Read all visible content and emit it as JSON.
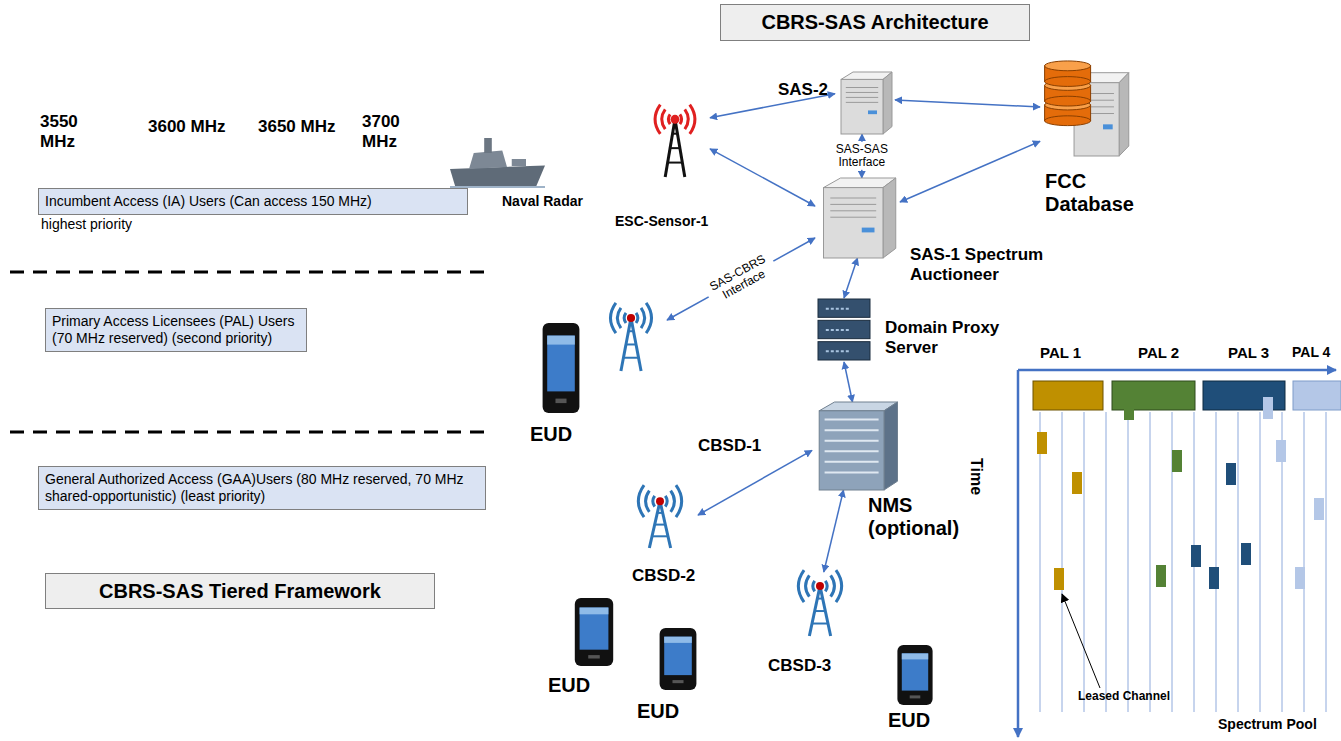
{
  "diagram": {
    "title": "CBRS-SAS Architecture",
    "nodes": [
      {
        "text": [
          "Incumbent Access (IA) Users (Can access 150 MHz)",
          "highest priority"
        ]
      },
      {
        "text": [
          "Primary Access Licensees (PAL) Users (70 MHz reserved) (second priority)"
        ]
      },
      {
        "text": [
          "General Authorized Access (GAA)Users (80 MHz reserved, 70 MHz shared-opportunistic) (least priority)"
        ]
      },
      {
        "text": [
          "CBRS-SAS Tiered Framework"
        ]
      },
      {
        "text": [
          "Naval Radar"
        ]
      },
      {
        "text": [
          "ESC-Sensor-1"
        ]
      },
      {
        "text": [
          "SAS-2"
        ]
      },
      {
        "text": [
          "FCC Database"
        ]
      },
      {
        "text": [
          "SAS-1 Spectrum Auctioneer"
        ]
      },
      {
        "text": [
          "Domain Proxy Server"
        ]
      },
      {
        "text": [
          "NMS (optional)"
        ]
      },
      {
        "text": [
          "CBSD-1"
        ]
      },
      {
        "text": [
          "CBSD-2"
        ]
      },
      {
        "text": [
          "CBSD-3"
        ]
      },
      {
        "text": [
          "EUD"
        ]
      },
      {
        "text": [
          "EUD"
        ]
      },
      {
        "text": [
          "EUD"
        ]
      },
      {
        "text": [
          "EUD"
        ]
      }
    ],
    "edges": [
      {
        "from": 5,
        "to": 6,
        "arrow": "both"
      },
      {
        "from": 5,
        "to": 8,
        "arrow": "both"
      },
      {
        "from": 6,
        "to": 7,
        "arrow": "both"
      },
      {
        "from": 8,
        "to": 7,
        "arrow": "both"
      },
      {
        "from": 6,
        "to": 8,
        "label": "SAS-SAS Interface",
        "arrow": "both"
      },
      {
        "from": 8,
        "to": 11,
        "label": "SAS-CBRS Interface",
        "arrow": "both"
      },
      {
        "from": 8,
        "to": 9,
        "arrow": "both"
      },
      {
        "from": 9,
        "to": 10,
        "arrow": "both"
      },
      {
        "from": 10,
        "to": 12,
        "arrow": "both"
      },
      {
        "from": 10,
        "to": 13,
        "arrow": "both"
      }
    ],
    "labels": [
      "3550 MHz",
      "3600 MHz",
      "3650 MHz",
      "3700 MHz",
      "PAL 1",
      "PAL 2",
      "PAL 3",
      "PAL 4",
      "Time",
      "Leased Channel",
      "Spectrum Pool"
    ]
  }
}
